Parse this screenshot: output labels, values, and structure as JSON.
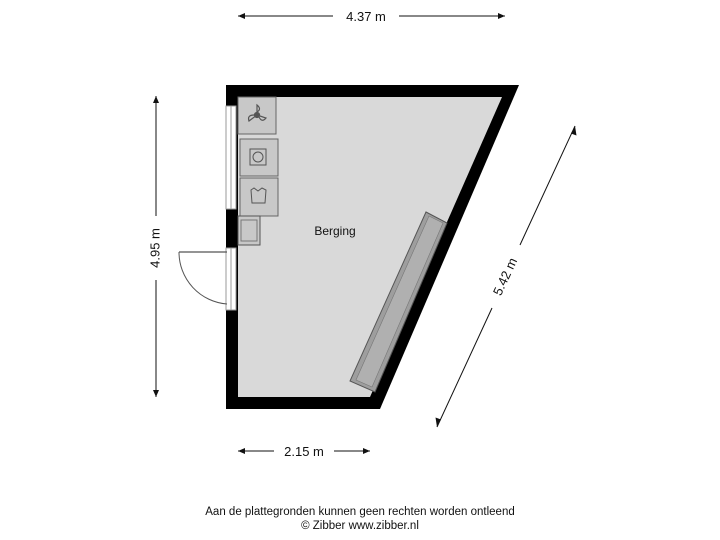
{
  "dimensions": {
    "top_width": "4.37 m",
    "left_height": "4.95 m",
    "diagonal_side": "5.42 m",
    "bottom_width": "2.15 m"
  },
  "rooms": [
    {
      "label": "Berging"
    }
  ],
  "fixtures": {
    "fan": "fan-icon",
    "washer": "washing-machine-icon",
    "dryer": "dryer-icon",
    "sink": "sink-icon",
    "bench": "bench-shelf"
  },
  "colors": {
    "wall": "#000000",
    "floor": "#d9d9d9",
    "fixture": "#c8c8c8"
  },
  "footer": {
    "disclaimer": "Aan de plattegronden kunnen geen rechten worden ontleend",
    "copyright": "© Zibber www.zibber.nl"
  }
}
